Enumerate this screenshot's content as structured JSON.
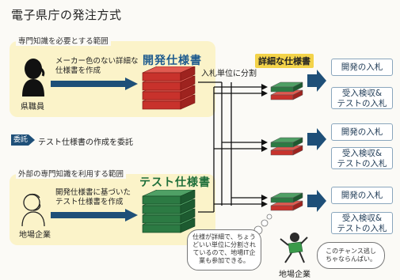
{
  "title": "電子県庁の発注方式",
  "top_panel": {
    "label": "専門知識を必要とする範囲",
    "actor": "県職員",
    "action": "メーカー色のない詳細な\n仕様書を作成",
    "doc_title": "開発仕様書"
  },
  "delegate": {
    "badge": "委託",
    "text": "テスト仕様書の作成を委託"
  },
  "bottom_panel": {
    "label": "外部の専門知識を利用する範囲",
    "actor": "地場企業",
    "action": "開発仕様書に基づいた\nテスト仕様書を作成",
    "doc_title": "テスト仕様書"
  },
  "split_label": "入札単位に分割",
  "detail_label": "詳細な仕様書",
  "bids": [
    {
      "dev": "開発の入札",
      "test_line1": "受入検収&",
      "test_line2": "テストの入札"
    },
    {
      "dev": "開発の入札",
      "test_line1": "受入検収&",
      "test_line2": "テストの入札"
    },
    {
      "dev": "開発の入札",
      "test_line1": "受入検収&",
      "test_line2": "テストの入札"
    }
  ],
  "thought_bubble": "仕様が詳細で、ちょう\nどいい単位に分割され\nているので、地場IT企\n業も参加できる。",
  "speech_bubble": "このチャンス逃し\nちゃならんぱい。",
  "local_company_label": "地場企業",
  "colors": {
    "panel": "#fbf3c9",
    "arrow_blue": "#1e4f78",
    "book_red": "#c8322c",
    "book_green": "#2c7a43",
    "highlight_yellow": "#f3d34a"
  }
}
